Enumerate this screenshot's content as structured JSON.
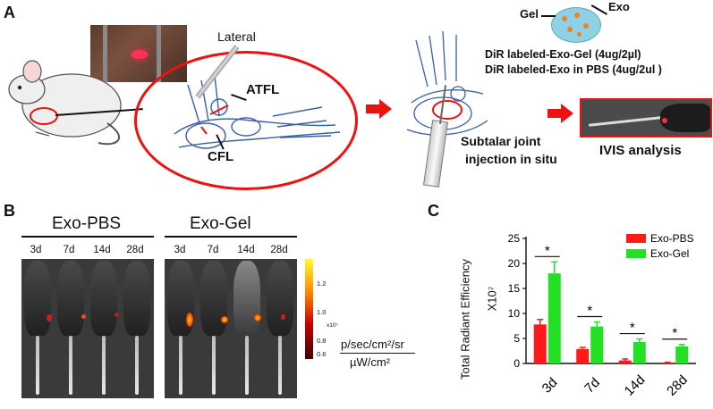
{
  "panel_a": {
    "letter": "A",
    "lateral": "Lateral",
    "atfl": "ATFL",
    "cfl": "CFL",
    "gel": "Gel",
    "exo": "Exo",
    "line1": "DiR labeled-Exo-Gel (4ug/2µl)",
    "line2": "DiR labeled-Exo in PBS (4ug/2ul )",
    "subtalar1": "Subtalar joint",
    "subtalar2": "injection in situ",
    "ivis": "IVIS analysis"
  },
  "panel_b": {
    "letter": "B",
    "group1": "Exo-PBS",
    "group2": "Exo-Gel",
    "days": [
      "3d",
      "7d",
      "14d",
      "28d",
      "3d",
      "7d",
      "14d",
      "28d"
    ],
    "scale_ticks": [
      "1.2",
      "1.0",
      "0.8",
      "0.6"
    ],
    "scale_exp": "x10⁷",
    "unit_top": "p/sec/cm²/sr",
    "unit_bottom": "µW/cm²"
  },
  "panel_c": {
    "letter": "C",
    "chart_data": {
      "type": "bar",
      "categories": [
        "3d",
        "7d",
        "14d",
        "28d"
      ],
      "ylabel": "Total Radiant Efficiency",
      "yscale_label": "X10⁷",
      "ylim": [
        0,
        25
      ],
      "yticks": [
        0,
        5,
        10,
        15,
        20,
        25
      ],
      "legend_position": "top-right",
      "series": [
        {
          "name": "Exo-PBS",
          "color": "#ff1a1a",
          "values": [
            7.8,
            2.9,
            0.6,
            0.15
          ],
          "errors": [
            1.0,
            0.3,
            0.3,
            0.1
          ]
        },
        {
          "name": "Exo-Gel",
          "color": "#22e022",
          "values": [
            18.0,
            7.4,
            4.3,
            3.4
          ],
          "errors": [
            2.3,
            0.9,
            0.6,
            0.4
          ]
        }
      ],
      "annotations": [
        "*",
        "*",
        "*",
        "*"
      ]
    }
  }
}
